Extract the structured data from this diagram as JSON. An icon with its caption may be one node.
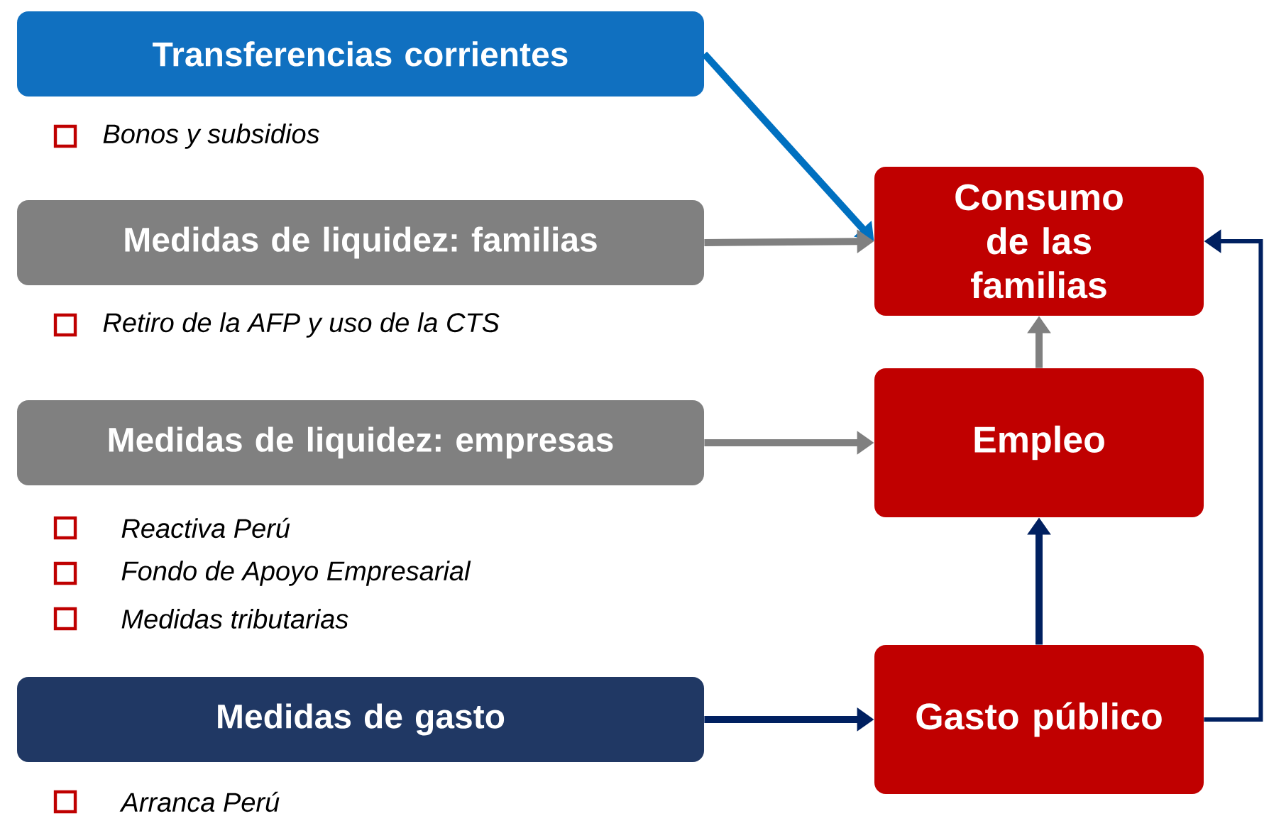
{
  "diagram": {
    "nodes": [
      {
        "text": [
          "Transferencias corrientes"
        ],
        "beside": [
          "Bonos y subsidios"
        ]
      },
      {
        "text": [
          "Medidas de liquidez: familias"
        ],
        "beside": [
          "Retiro de la AFP y uso de la CTS"
        ]
      },
      {
        "text": [
          "Medidas de liquidez: empresas"
        ],
        "beside": [
          "Reactiva Perú",
          "Fondo de Apoyo Empresarial",
          "Medidas tributarias"
        ]
      },
      {
        "text": [
          "Medidas de gasto"
        ],
        "beside": [
          "Arranca Perú"
        ]
      },
      {
        "text": [
          "Consumo de las familias"
        ]
      },
      {
        "text": [
          "Empleo"
        ]
      },
      {
        "text": [
          "Gasto público"
        ]
      }
    ],
    "edges": [
      {
        "from": 0,
        "to": 4,
        "arrow": "to",
        "color": "#0070c0"
      },
      {
        "from": 1,
        "to": 4,
        "arrow": "to",
        "color": "#808080"
      },
      {
        "from": 2,
        "to": 5,
        "arrow": "to",
        "color": "#808080"
      },
      {
        "from": 3,
        "to": 6,
        "arrow": "to",
        "color": "#002060"
      },
      {
        "from": 5,
        "to": 4,
        "arrow": "to",
        "color": "#808080"
      },
      {
        "from": 6,
        "to": 5,
        "arrow": "to",
        "color": "#002060"
      },
      {
        "from": 6,
        "to": 4,
        "arrow": "to",
        "color": "#002060"
      }
    ]
  }
}
